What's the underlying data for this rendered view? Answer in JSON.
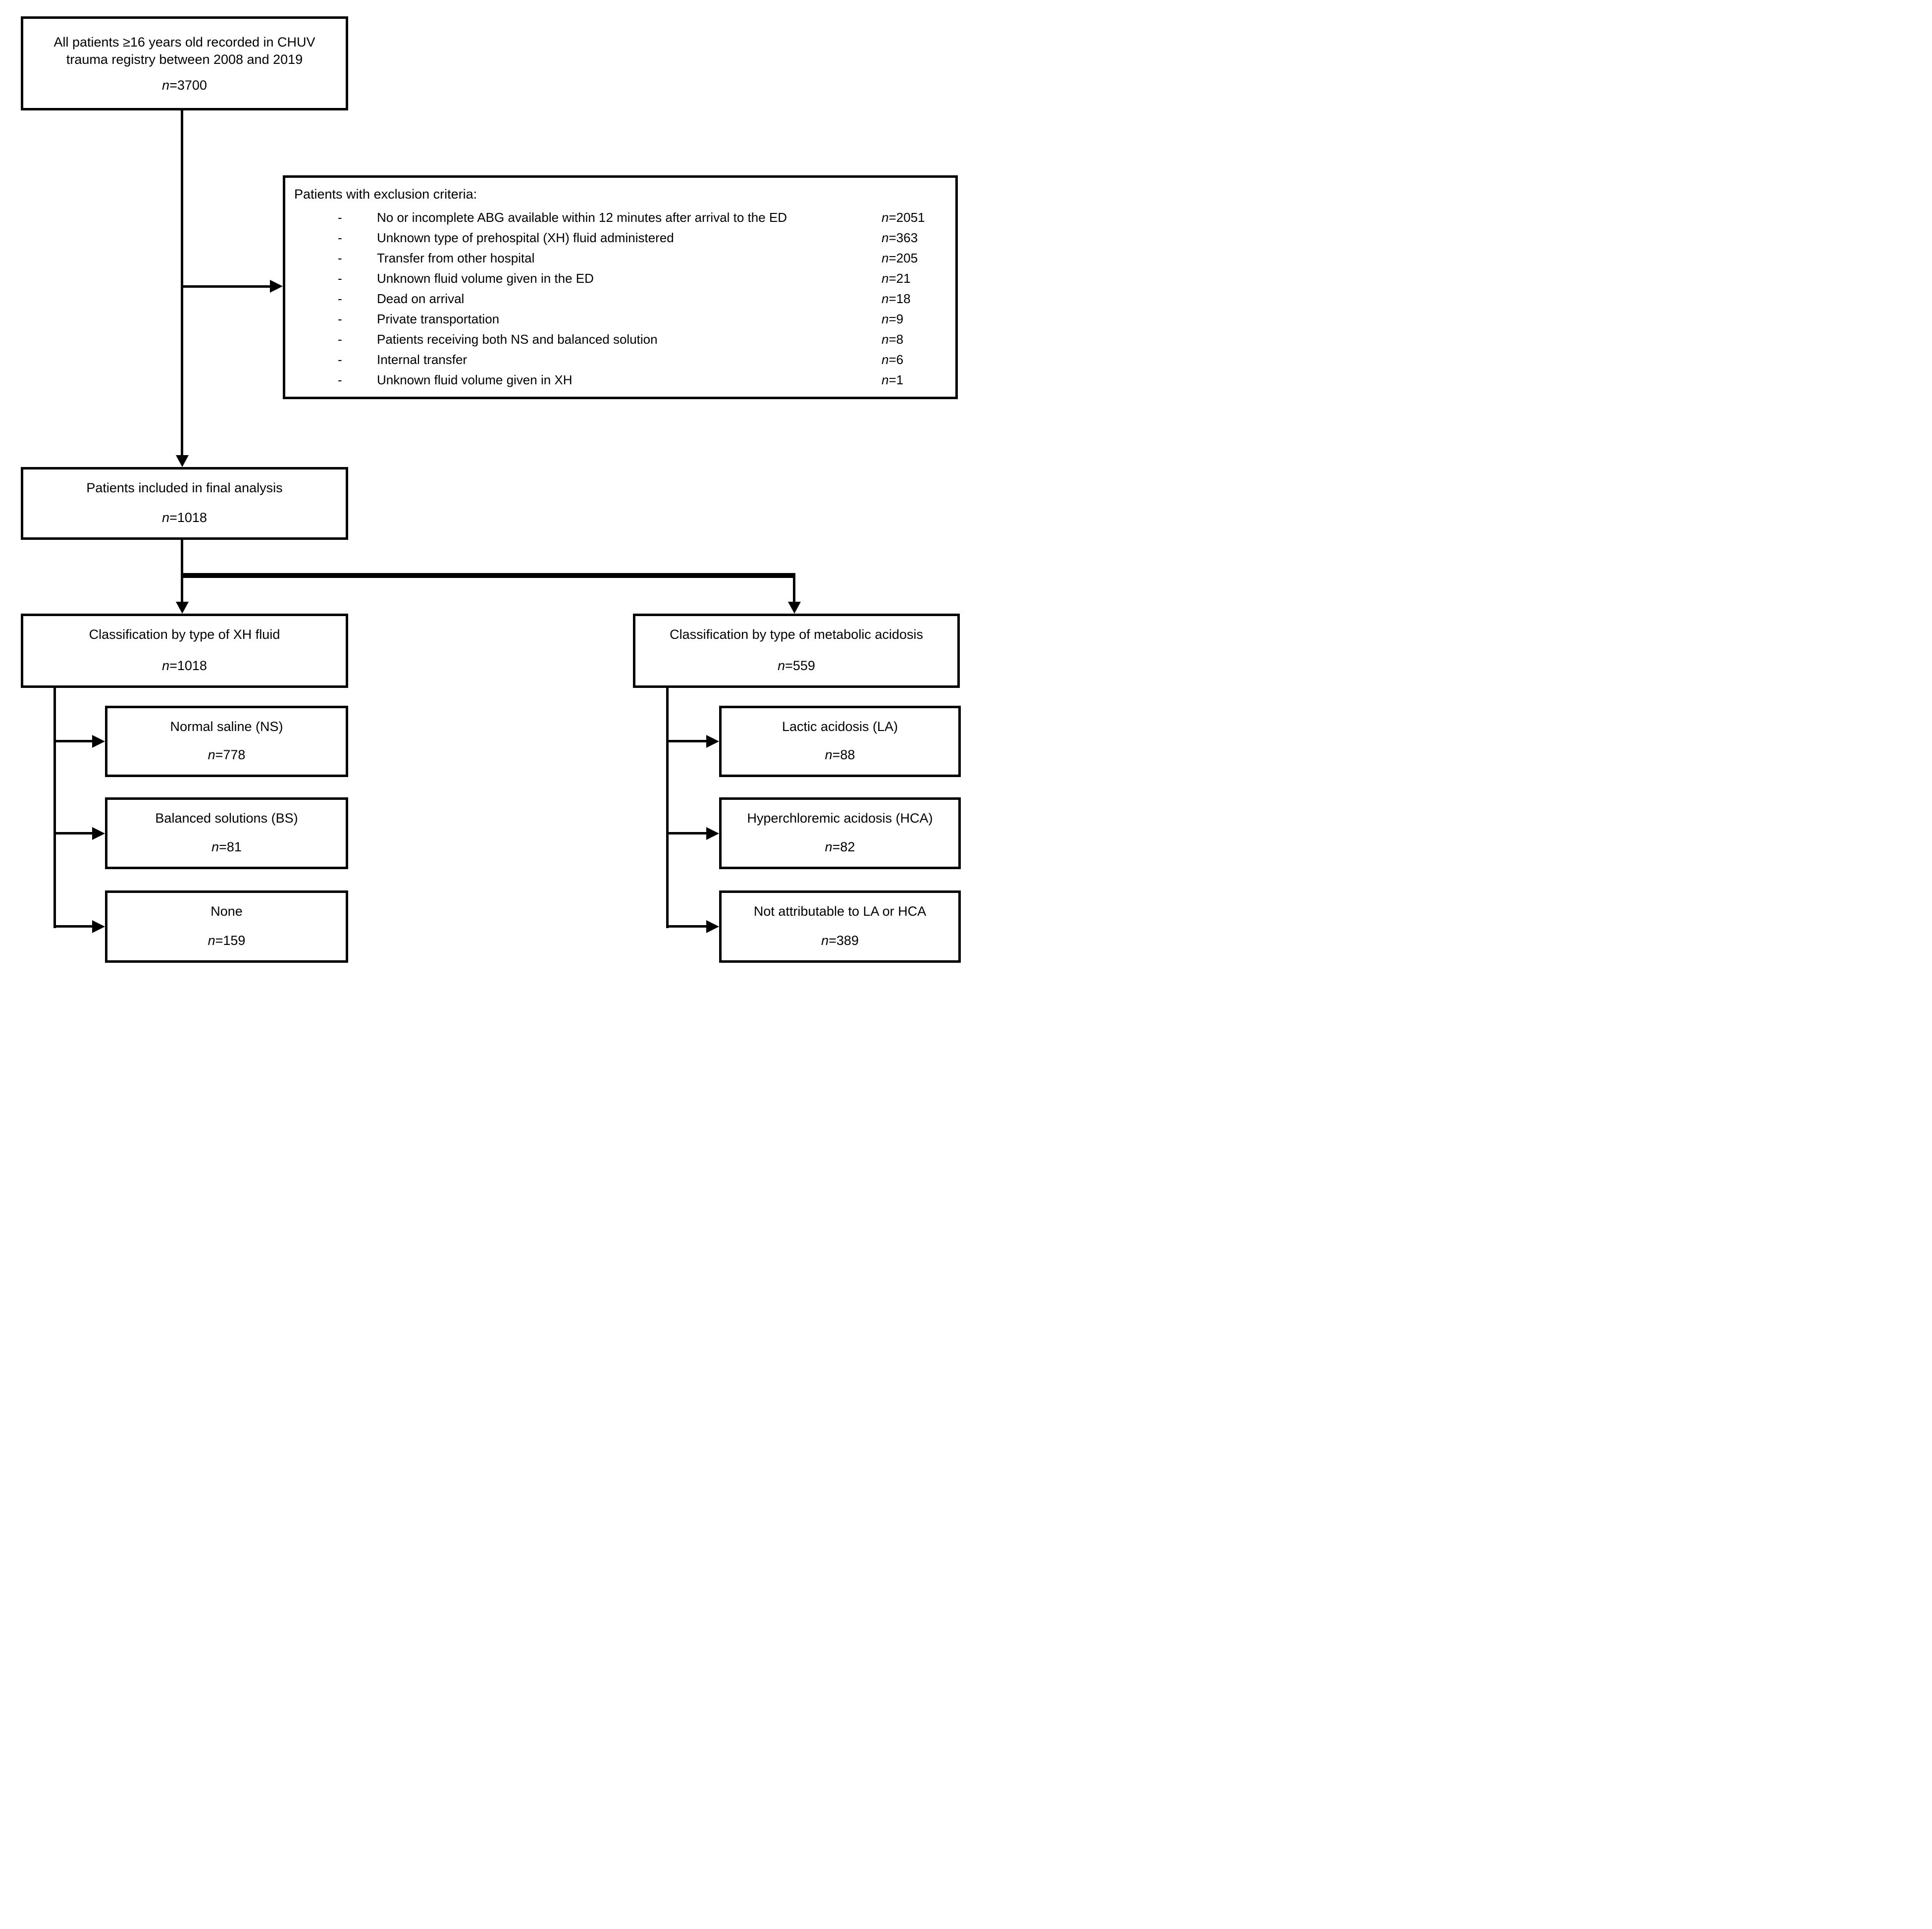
{
  "colors": {
    "line": "#000000",
    "background": "#ffffff",
    "text": "#000000"
  },
  "boxes": {
    "registry": {
      "label": "All patients ≥16 years old recorded in CHUV trauma registry between 2008 and 2019",
      "n_sym": "n",
      "n_val": "=3700"
    },
    "exclusion": {
      "title": "Patients with exclusion criteria:",
      "items": [
        {
          "bullet": "-",
          "text": "No or incomplete ABG available within 12 minutes after arrival to the ED",
          "n_sym": "n",
          "n_val": "=2051"
        },
        {
          "bullet": "-",
          "text": "Unknown type of prehospital (XH) fluid administered",
          "n_sym": "n",
          "n_val": "=363"
        },
        {
          "bullet": "-",
          "text": "Transfer from other hospital",
          "n_sym": "n",
          "n_val": "=205"
        },
        {
          "bullet": "-",
          "text": "Unknown fluid volume given in the ED",
          "n_sym": "n",
          "n_val": "=21"
        },
        {
          "bullet": "-",
          "text": "Dead on arrival",
          "n_sym": "n",
          "n_val": "=18"
        },
        {
          "bullet": "-",
          "text": "Private transportation",
          "n_sym": "n",
          "n_val": "=9"
        },
        {
          "bullet": "-",
          "text": "Patients receiving both NS and balanced solution",
          "n_sym": "n",
          "n_val": "=8"
        },
        {
          "bullet": "-",
          "text": "Internal transfer",
          "n_sym": "n",
          "n_val": "=6"
        },
        {
          "bullet": "-",
          "text": "Unknown fluid volume given in XH",
          "n_sym": "n",
          "n_val": "=1"
        }
      ]
    },
    "included": {
      "label": "Patients included in final analysis",
      "n_sym": "n",
      "n_val": "=1018"
    },
    "class_fluid": {
      "label": "Classification by type of XH fluid",
      "n_sym": "n",
      "n_val": "=1018"
    },
    "class_acidosis": {
      "label": "Classification by type of metabolic acidosis",
      "n_sym": "n",
      "n_val": "=559"
    },
    "normal_saline": {
      "label": "Normal saline (NS)",
      "n_sym": "n",
      "n_val": "=778"
    },
    "balanced_solutions": {
      "label": "Balanced solutions (BS)",
      "n_sym": "n",
      "n_val": "=81"
    },
    "none_fluid": {
      "label": "None",
      "n_sym": "n",
      "n_val": "=159"
    },
    "lactic_acidosis": {
      "label": "Lactic acidosis (LA)",
      "n_sym": "n",
      "n_val": "=88"
    },
    "hyperchloremic_acidosis": {
      "label": "Hyperchloremic acidosis (HCA)",
      "n_sym": "n",
      "n_val": "=82"
    },
    "not_attributable": {
      "label": "Not attributable to LA or HCA",
      "n_sym": "n",
      "n_val": "=389"
    }
  }
}
